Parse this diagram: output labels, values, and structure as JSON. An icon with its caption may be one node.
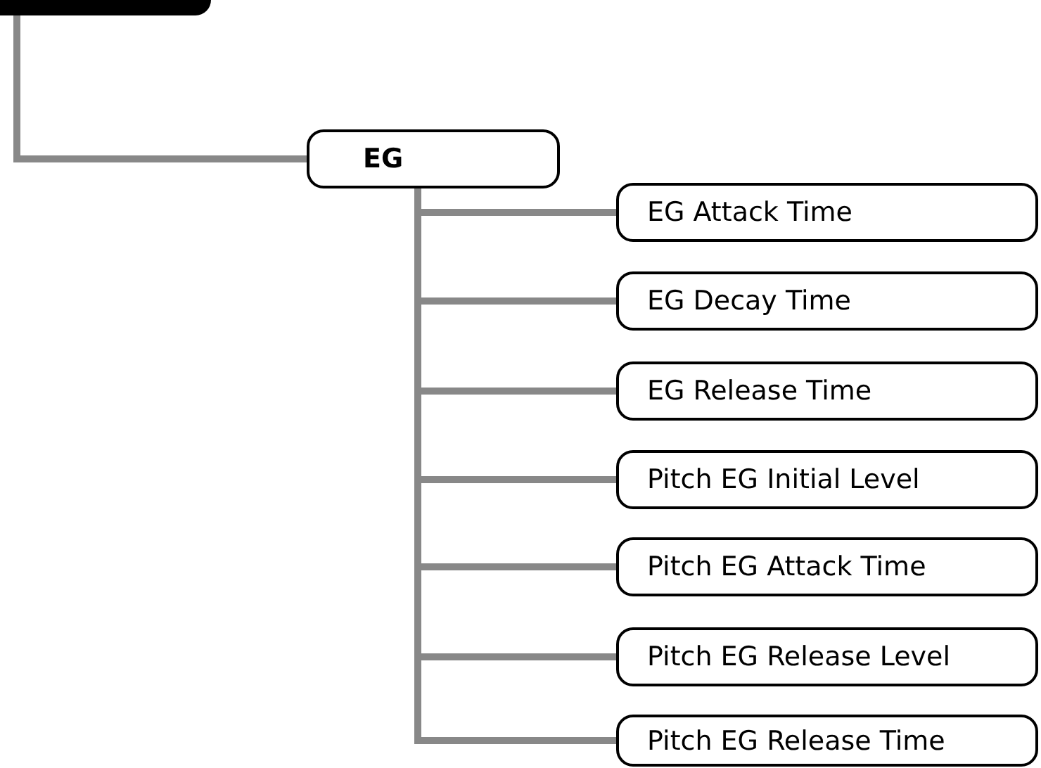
{
  "diagram": {
    "nodes": [
      {
        "text": [],
        "shape": "box"
      },
      {
        "text": [
          "EG"
        ]
      },
      {
        "text": [
          "EG Attack Time"
        ]
      },
      {
        "text": [
          "EG Decay Time"
        ]
      },
      {
        "text": [
          "EG Release Time"
        ]
      },
      {
        "text": [
          "Pitch EG Initial Level"
        ]
      },
      {
        "text": [
          "Pitch EG Attack Time"
        ]
      },
      {
        "text": [
          "Pitch EG Release Level"
        ]
      },
      {
        "text": [
          "Pitch EG Release Time"
        ]
      }
    ],
    "edges": [
      {
        "from": 0,
        "to": 1,
        "arrow": "none"
      },
      {
        "from": 1,
        "to": 2,
        "arrow": "none"
      },
      {
        "from": 1,
        "to": 3,
        "arrow": "none"
      },
      {
        "from": 1,
        "to": 4,
        "arrow": "none"
      },
      {
        "from": 1,
        "to": 5,
        "arrow": "none"
      },
      {
        "from": 1,
        "to": 6,
        "arrow": "none"
      },
      {
        "from": 1,
        "to": 7,
        "arrow": "none"
      },
      {
        "from": 1,
        "to": 8,
        "arrow": "none"
      }
    ]
  }
}
